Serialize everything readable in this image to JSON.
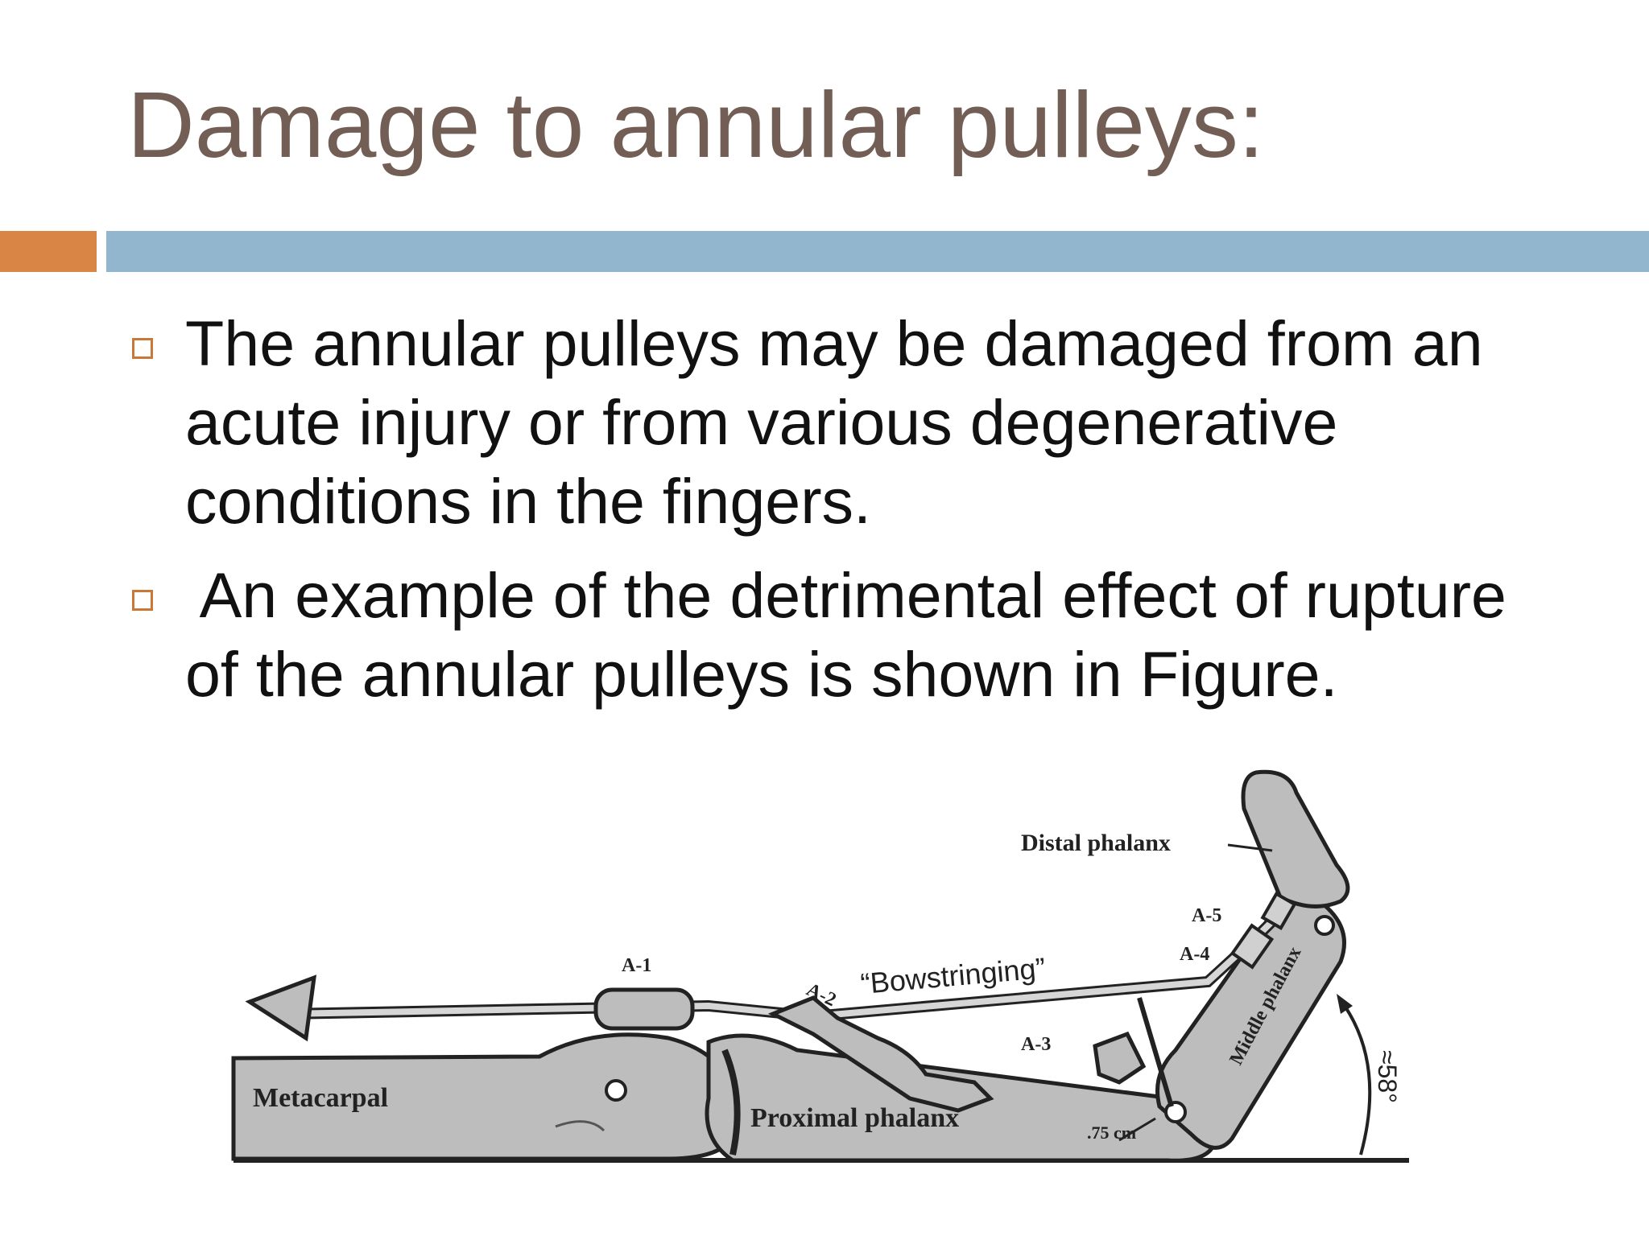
{
  "slide": {
    "title": "Damage to annular pulleys:",
    "accent_colors": {
      "title": "#725e55",
      "left_bar": "#d98545",
      "main_bar": "#93b6cf",
      "bullet_marker": "#c97838"
    },
    "bullets": [
      {
        "lines": [
          "The annular pulleys may be damaged from an",
          "acute injury or from various degenerative",
          "conditions in the fingers."
        ]
      },
      {
        "lines": [
          " An example of the detrimental effect of rupture",
          "of the annular pulleys is shown in Figure."
        ]
      }
    ]
  },
  "figure": {
    "labels": {
      "distal_phalanx": "Distal phalanx",
      "a1": "A-1",
      "a2": "A-2",
      "a3": "A-3",
      "a4": "A-4",
      "a5": "A-5",
      "bowstringing": "“Bowstringing”",
      "middle_phalanx": "Middle phalanx",
      "metacarpal": "Metacarpal",
      "proximal_phalanx": "Proximal phalanx",
      "moment_arm": ".75 cm",
      "angle": "≈58°"
    }
  }
}
